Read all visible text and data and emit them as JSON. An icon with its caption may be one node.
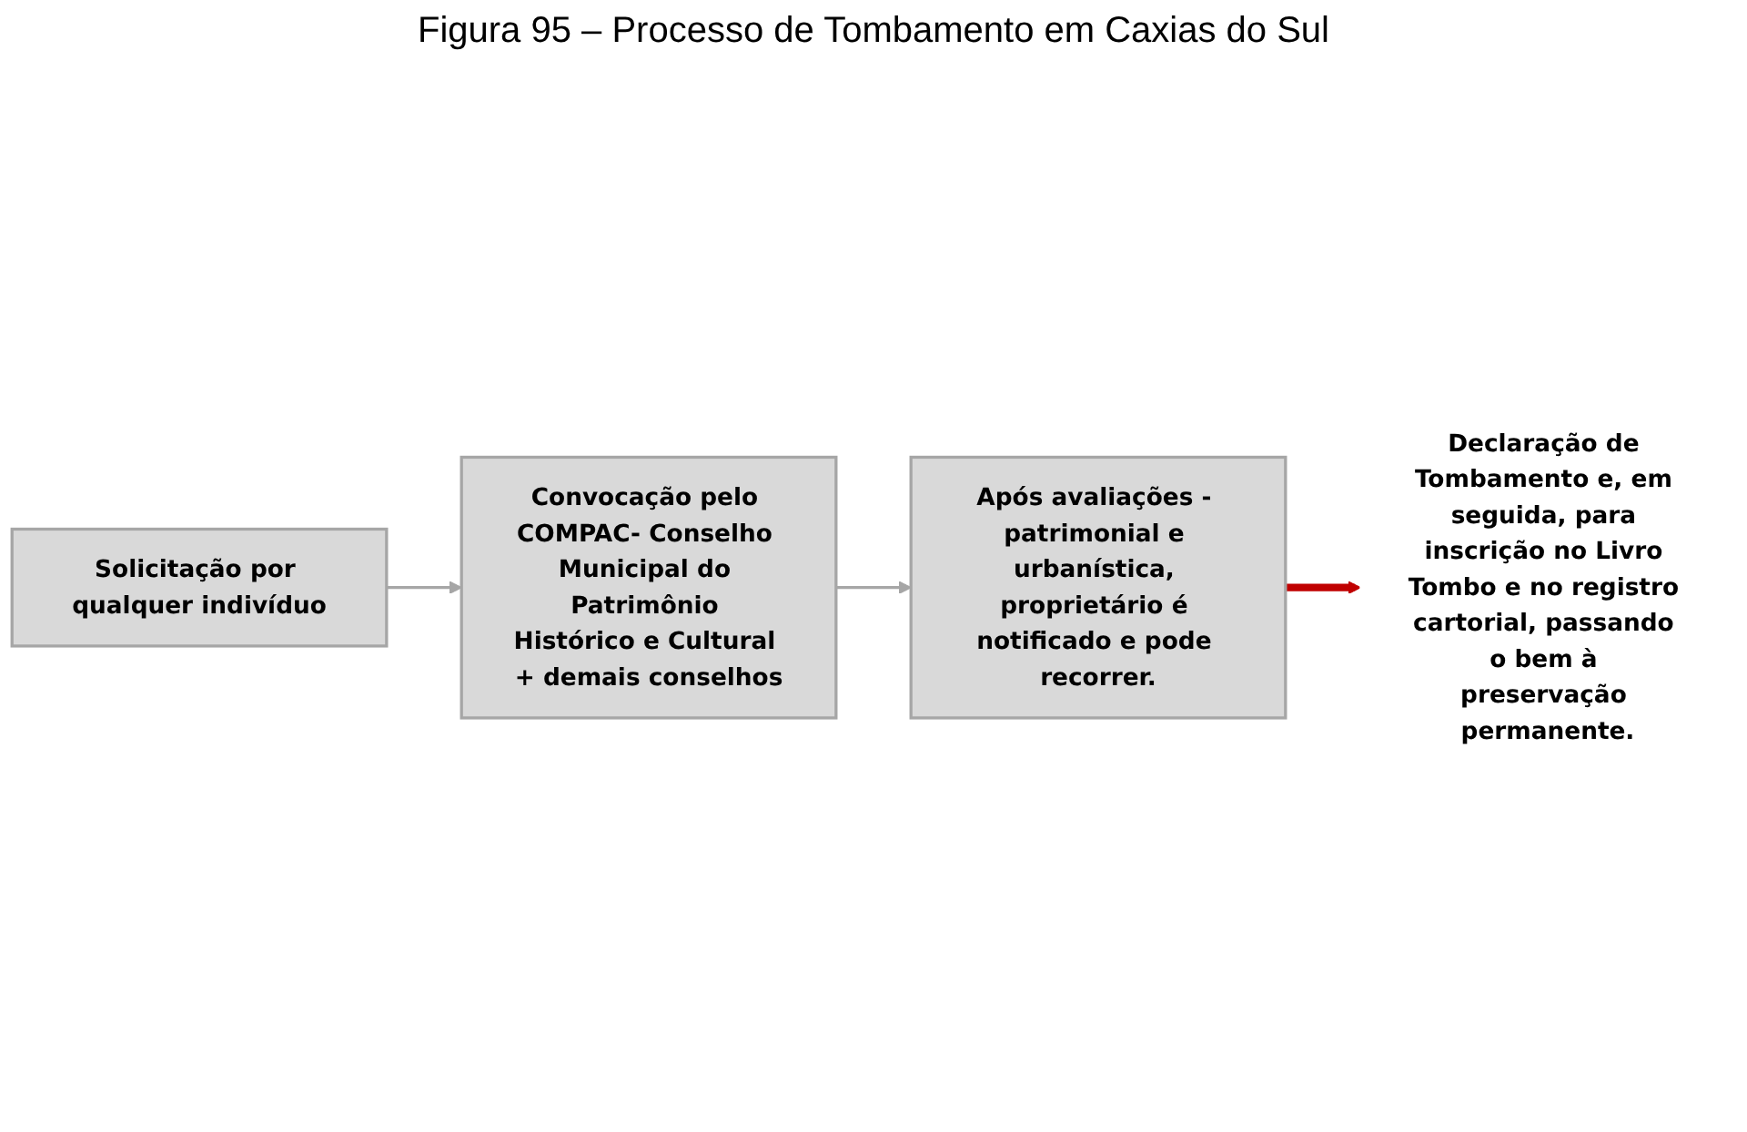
{
  "diagram": {
    "title": "Figura 95 – Processo de Tombamento em Caxias do Sul",
    "nodes": [
      {
        "text": [
          "Solicitação por qualquer indivíduo"
        ]
      },
      {
        "text": [
          "Convocação pelo COMPAC- Conselho Municipal do Patrimônio Histórico e Cultural + demais conselhos"
        ]
      },
      {
        "text": [
          "Após avaliações - patrimonial e urbanística, proprietário é notificado e pode recorrer."
        ]
      },
      {
        "text": [
          "Declaração de Tombamento e, em seguida, para inscrição no Livro Tombo e no registro cartorial, passando o bem à preservação permanente."
        ]
      }
    ],
    "edges": [
      {
        "from": 0,
        "to": 1,
        "arrow": "to"
      },
      {
        "from": 1,
        "to": 2,
        "arrow": "to"
      },
      {
        "from": 2,
        "to": 3,
        "arrow": "to",
        "style": "thick",
        "color": "#c00000"
      }
    ]
  }
}
